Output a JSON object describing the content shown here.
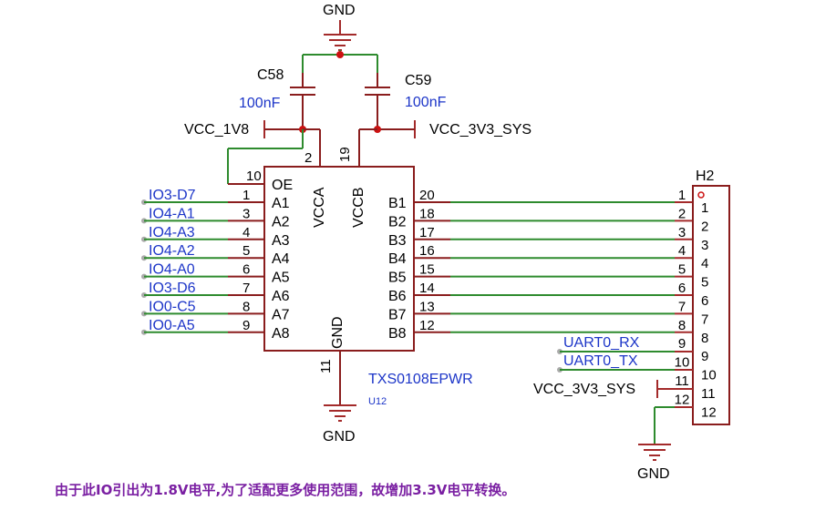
{
  "ground": {
    "top": "GND",
    "chip": "GND",
    "header": "GND"
  },
  "caps": [
    {
      "ref": "C58",
      "value": "100nF"
    },
    {
      "ref": "C59",
      "value": "100nF"
    }
  ],
  "power": {
    "vcca_net": "VCC_1V8",
    "vccb_net": "VCC_3V3_SYS",
    "header_net": "VCC_3V3_SYS"
  },
  "chip": {
    "part": "TXS0108EPWR",
    "designator": "U12",
    "oe_label": "OE",
    "oe_pin": "10",
    "vcca_label": "VCCA",
    "vcca_pin": "2",
    "vccb_label": "VCCB",
    "vccb_pin": "19",
    "gnd_label": "GND",
    "gnd_pin": "11",
    "a_pins": [
      {
        "label": "A1",
        "num": "1",
        "net": "IO3-D7"
      },
      {
        "label": "A2",
        "num": "3",
        "net": "IO4-A1"
      },
      {
        "label": "A3",
        "num": "4",
        "net": "IO4-A3"
      },
      {
        "label": "A4",
        "num": "5",
        "net": "IO4-A2"
      },
      {
        "label": "A5",
        "num": "6",
        "net": "IO4-A0"
      },
      {
        "label": "A6",
        "num": "7",
        "net": "IO3-D6"
      },
      {
        "label": "A7",
        "num": "8",
        "net": "IO0-C5"
      },
      {
        "label": "A8",
        "num": "9",
        "net": "IO0-A5"
      }
    ],
    "b_pins": [
      {
        "label": "B1",
        "num": "20"
      },
      {
        "label": "B2",
        "num": "18"
      },
      {
        "label": "B3",
        "num": "17"
      },
      {
        "label": "B4",
        "num": "16"
      },
      {
        "label": "B5",
        "num": "15"
      },
      {
        "label": "B6",
        "num": "14"
      },
      {
        "label": "B7",
        "num": "13"
      },
      {
        "label": "B8",
        "num": "12"
      }
    ]
  },
  "header": {
    "ref": "H2",
    "pins": [
      "1",
      "2",
      "3",
      "4",
      "5",
      "6",
      "7",
      "8",
      "9",
      "10",
      "11",
      "12"
    ],
    "outer_nums": [
      "1",
      "2",
      "3",
      "4",
      "5",
      "6",
      "7",
      "8",
      "9",
      "10",
      "11",
      "12"
    ],
    "nets": {
      "pin9": "UART0_RX",
      "pin10": "UART0_TX"
    }
  },
  "note": "由于此IO引出为1.8V电平,为了适配更多使用范围，故增加3.3V电平转换。",
  "colors": {
    "wire": "#2e8b2e",
    "part": "#8a1d1d",
    "net_label": "#1c35c8",
    "note": "#7a1fa2",
    "junction": "#cc1111"
  }
}
